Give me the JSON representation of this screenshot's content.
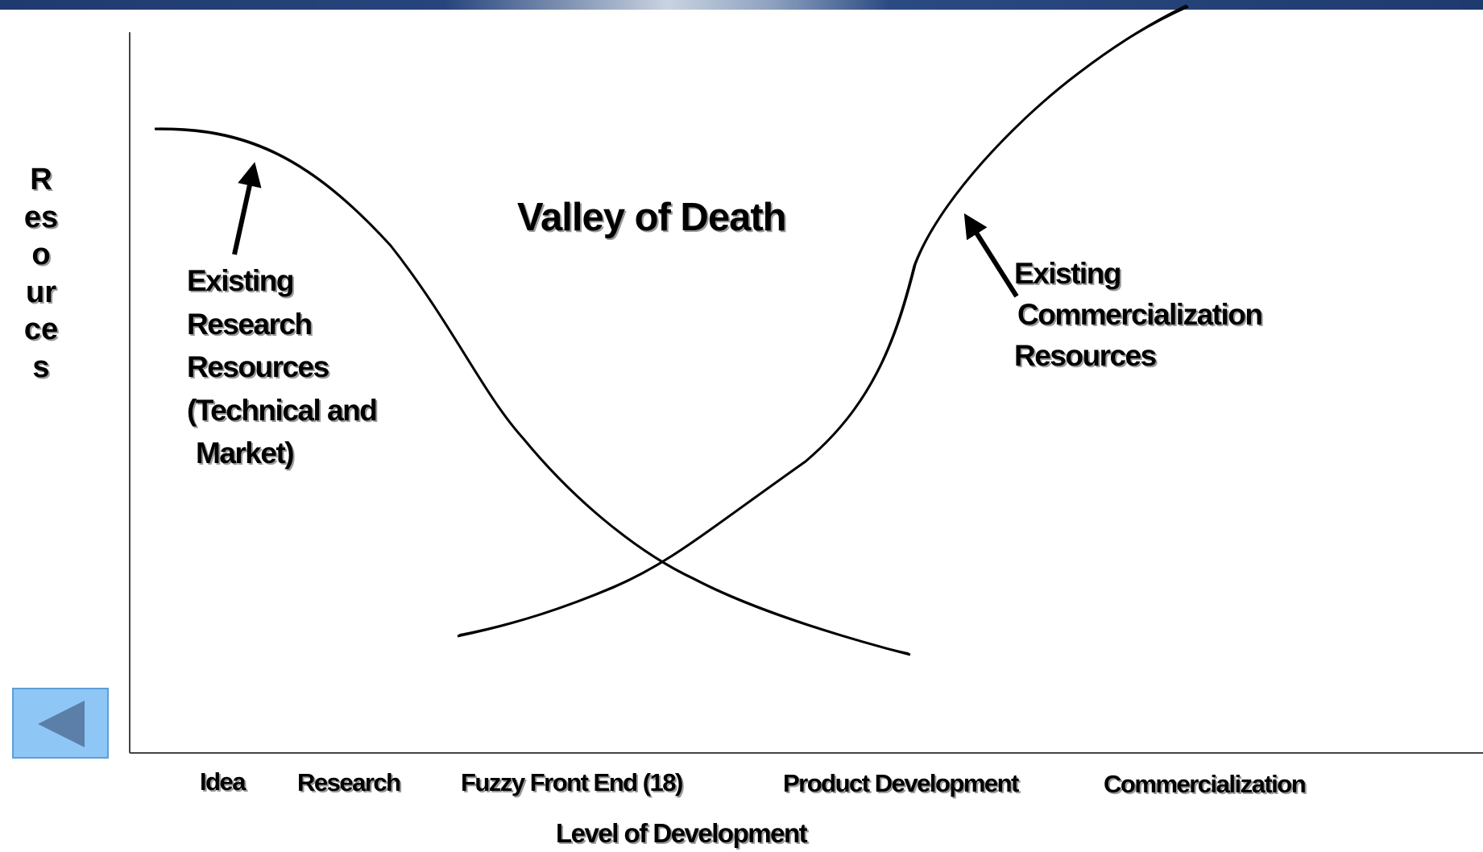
{
  "diagram": {
    "title": "Valley of Death",
    "y_axis_label": "Resources",
    "x_axis_label": "Level of Development",
    "stages": [
      "Idea",
      "Research",
      "Fuzzy Front End (18)",
      "Product Development",
      "Commercialization"
    ],
    "curves": [
      {
        "name": "Existing Research Resources (Technical and Market)",
        "trend": "decreasing"
      },
      {
        "name": "Existing Commercialization Resources",
        "trend": "increasing"
      }
    ],
    "annotations": {
      "research": [
        "Existing",
        "Research",
        "Resources",
        "(Technical and",
        " Market)"
      ],
      "commercialization": [
        "Existing",
        "Commercialization",
        "Resources"
      ]
    }
  },
  "nav": {
    "back_icon": "triangle-left-icon",
    "back_color": "#8ec6f5",
    "icon_color": "#5b7fa8"
  },
  "header": {
    "band_color": "#1f3a6e"
  }
}
